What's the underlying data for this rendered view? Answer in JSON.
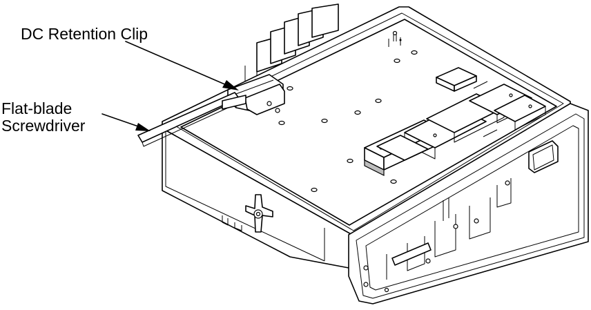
{
  "labels": {
    "dc_retention_clip": "DC Retention Clip",
    "flat_blade_line1": "Flat-blade",
    "flat_blade_line2": "Screwdriver"
  },
  "colors": {
    "line": "#000000",
    "background": "#ffffff"
  }
}
